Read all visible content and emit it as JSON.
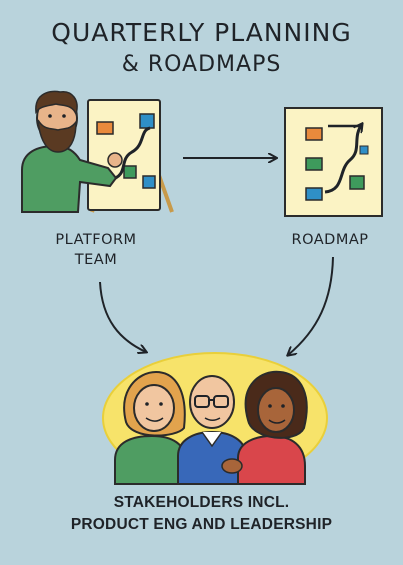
{
  "title": {
    "line1": "QUARTERLY PLANNING",
    "line2": "& ROADMAPS"
  },
  "nodes": {
    "platform_team": "PLATFORM\nTEAM",
    "roadmap": "ROADMAP",
    "stakeholders": "STAKEHOLDERS INCL.\nPRODUCT ENG AND LEADERSHIP"
  },
  "colors": {
    "background": "#b9d3dc",
    "board": "#fbf3c4",
    "sticky_orange": "#e98a3c",
    "sticky_green": "#3e9a5c",
    "sticky_blue": "#2f8fc7",
    "halo": "#f7e36a",
    "person_green": "#4f9d62",
    "person_blue": "#3868b9",
    "person_red": "#d9464b"
  },
  "icons": [
    "easel-board-icon",
    "roadmap-board-icon",
    "presenter-person-icon",
    "stakeholders-group-icon"
  ]
}
